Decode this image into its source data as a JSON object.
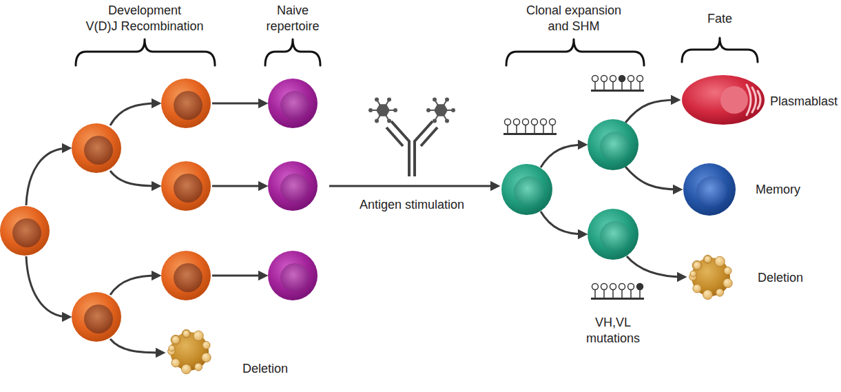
{
  "diagram": {
    "nodes": [
      {
        "text": [
          "Deletion"
        ]
      },
      {
        "text": [
          "Plasmablast"
        ]
      },
      {
        "text": [
          "Memory"
        ]
      },
      {
        "text": [
          "Deletion"
        ]
      }
    ],
    "labels": [
      "Development",
      "V(D)J Recombination",
      "Naive repertoire",
      "Antigen stimulation",
      "Clonal expansion and SHM",
      "Fate",
      "VH,VL mutations"
    ]
  }
}
